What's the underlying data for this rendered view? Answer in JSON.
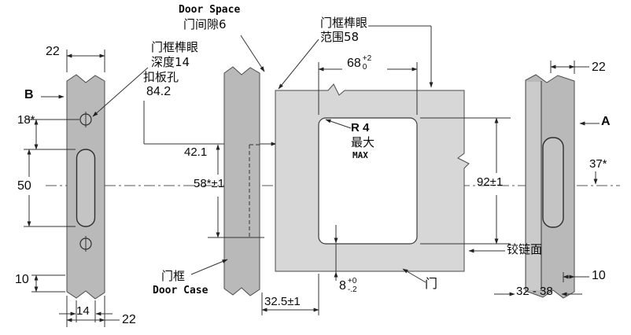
{
  "colors": {
    "plate_gray": "#b9b9b9",
    "door_gray": "#d7d7d7",
    "hole_white": "#ffffff",
    "line": "#333333",
    "background": "#ffffff"
  },
  "parts": {
    "b_label": "B",
    "a_label": "A",
    "door": "门",
    "door_case_zh": "门框",
    "door_case_en": "Door Case",
    "hinge_face": "铰链面"
  },
  "callouts": {
    "door_space_en": "Door Space",
    "door_gap": "门间隙6",
    "frame_mortise": "门框榫眼",
    "depth": "深度14",
    "strike_plate_hole": "扣板孔",
    "frame_mortise2": "门框榫眼",
    "range": "范围58",
    "radius": "R 4",
    "radius_max_zh": "最大",
    "radius_max_en": "MAX"
  },
  "dims": {
    "left_width_top": "22",
    "left_offset": "18*",
    "left_mortise_height": "50",
    "left_bottom_offset": "10",
    "left_mortise_width": "14",
    "left_width_bottom": "22",
    "strike_plate": "84.2",
    "hinge_offset": "42.1",
    "case_mortise_height": "58*±1",
    "case_edge": "32.5±1",
    "hole_width": "68",
    "hole_width_sup": "+2",
    "hole_width_sub": "0",
    "hole_depth": "8",
    "hole_depth_sup": "+0",
    "hole_depth_sub": "-.2",
    "hole_height": "92±1",
    "right_width_top": "22",
    "right_offset": "37*",
    "right_bottom_offset": "10",
    "hinge_face_range": "32 - 38"
  }
}
